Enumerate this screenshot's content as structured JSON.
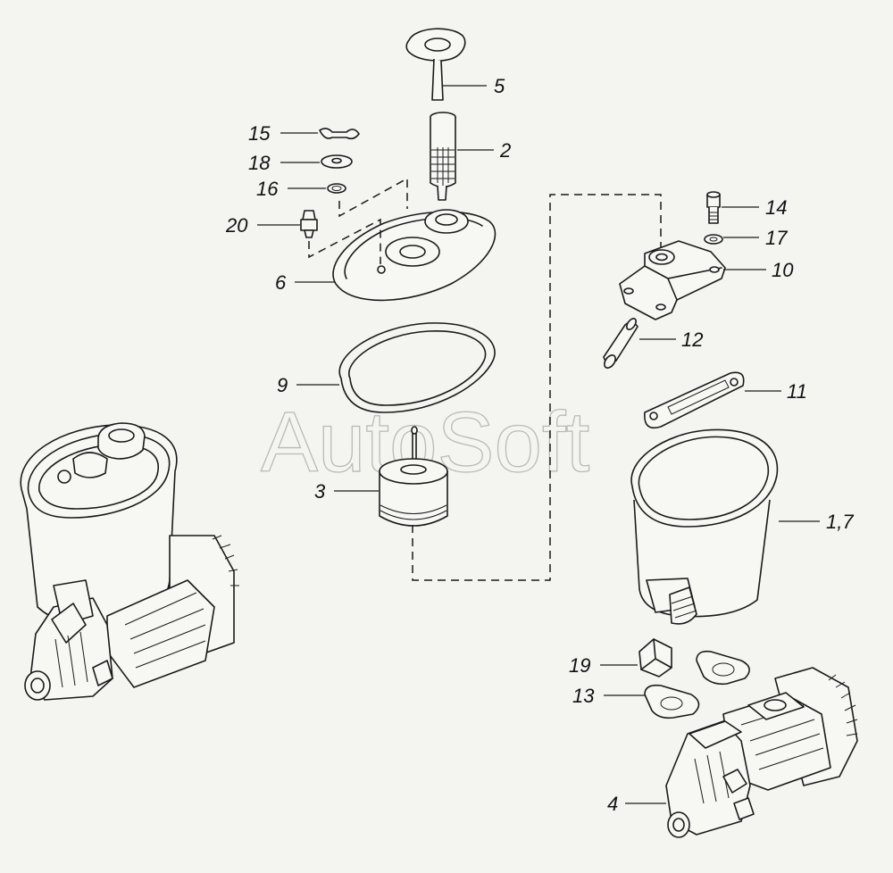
{
  "watermark": "AutoSoft",
  "callouts": [
    {
      "label": "5"
    },
    {
      "label": "2"
    },
    {
      "label": "15"
    },
    {
      "label": "18"
    },
    {
      "label": "16"
    },
    {
      "label": "20"
    },
    {
      "label": "6"
    },
    {
      "label": "9"
    },
    {
      "label": "3"
    },
    {
      "label": "14"
    },
    {
      "label": "17"
    },
    {
      "label": "10"
    },
    {
      "label": "12"
    },
    {
      "label": "11"
    },
    {
      "label": "1,7"
    },
    {
      "label": "19"
    },
    {
      "label": "13"
    },
    {
      "label": "4"
    }
  ]
}
